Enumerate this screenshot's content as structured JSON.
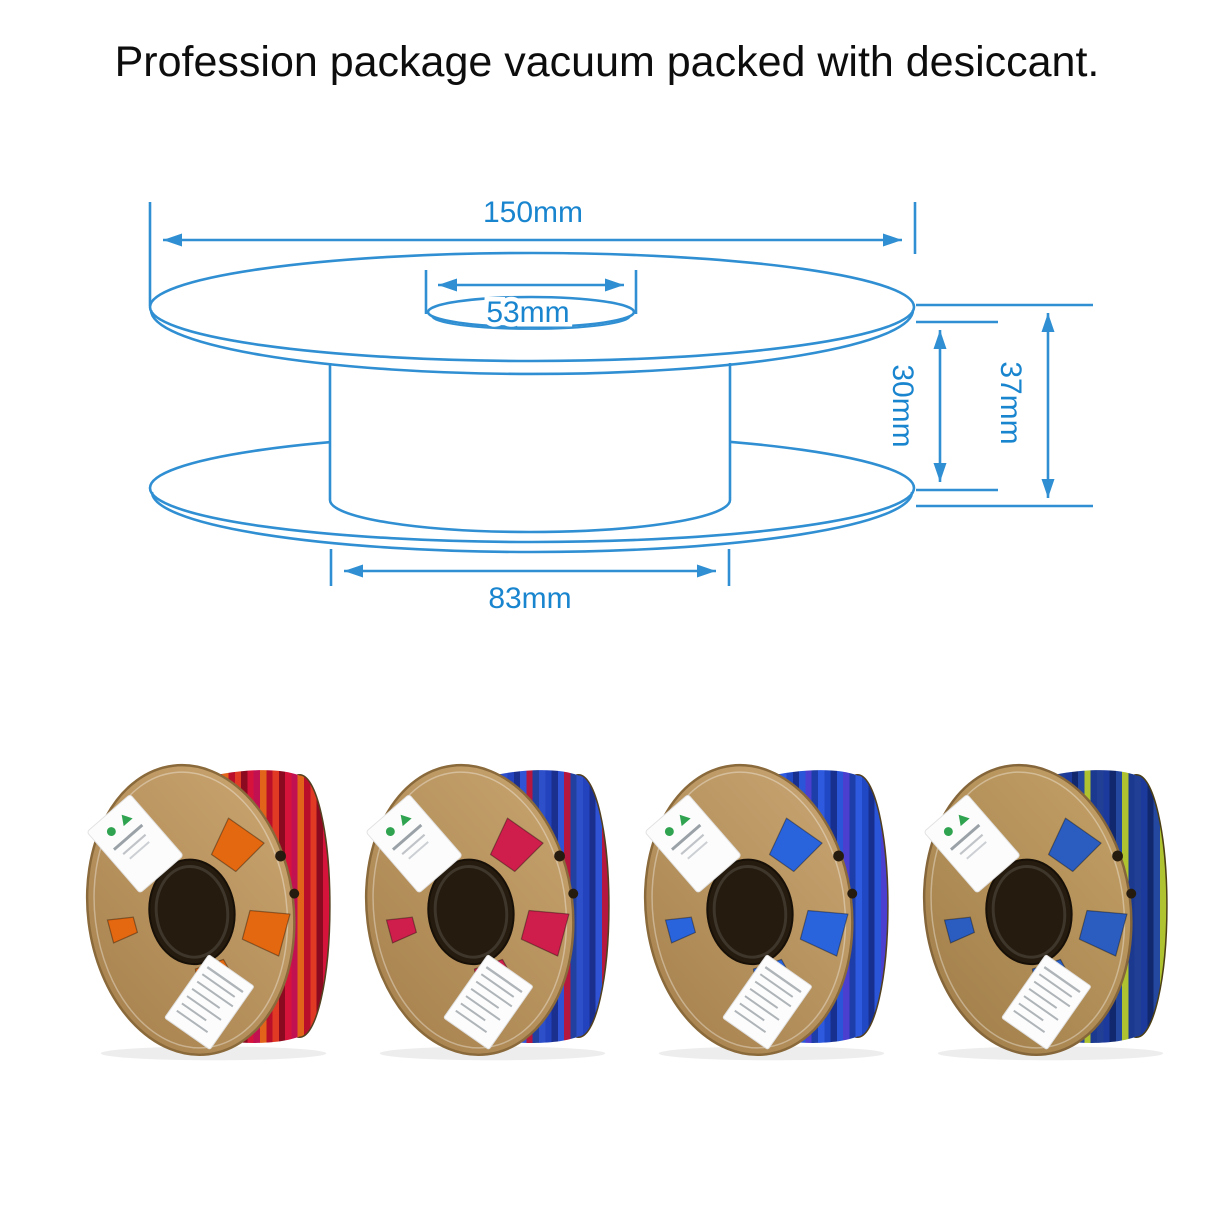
{
  "title": "Profession package vacuum packed with desiccant.",
  "diagram": {
    "line_color": "#2f8fd2",
    "text_color": "#1a85cf",
    "labels": {
      "outer_diameter": "150mm",
      "hole_diameter": "53mm",
      "inner_width": "30mm",
      "overall_width": "37mm",
      "barrel_diameter": "83mm"
    }
  },
  "spool_label": {
    "icons": [
      "sprout-icon",
      "recycle-icon"
    ],
    "icon_color": "#2fa34f",
    "paper_color": "#fcfcfc",
    "text_line_color": "#aeb4b8"
  },
  "spools": [
    {
      "description": "cardboard spool of red-orange-magenta silk filament",
      "cardboard": {
        "face_light": "#cba671",
        "face_dark": "#a5804c",
        "edge": "#8a693a",
        "hole": "#251b0e",
        "back_flange": "#997947",
        "back_rim": "#53401f"
      },
      "filament": {
        "bands": [
          "#b90f2b",
          "#e03a24",
          "#8c0a20",
          "#d6133b",
          "#c21150",
          "#e2641a"
        ],
        "window": "#e4680f"
      }
    },
    {
      "description": "cardboard spool of blue-red silk filament",
      "cardboard": {
        "face_light": "#c8a46f",
        "face_dark": "#a5804c",
        "edge": "#8a693a",
        "hole": "#251b0e",
        "back_flange": "#997947",
        "back_rim": "#53401f"
      },
      "filament": {
        "bands": [
          "#2342bd",
          "#1a2f8e",
          "#3053d6",
          "#b5173f",
          "#22409f",
          "#2d4fc9"
        ],
        "window": "#cf1e4c"
      }
    },
    {
      "description": "cardboard spool of blue silk filament",
      "cardboard": {
        "face_light": "#c9a673",
        "face_dark": "#a5804c",
        "edge": "#8a693a",
        "hole": "#251b0e",
        "back_flange": "#997947",
        "back_rim": "#53401f"
      },
      "filament": {
        "bands": [
          "#2148c4",
          "#17308f",
          "#2a55d8",
          "#4a3fcf",
          "#1d3da8",
          "#2e5ae0"
        ],
        "window": "#2a64dd"
      }
    },
    {
      "description": "cardboard spool of blue-green silk filament",
      "cardboard": {
        "face_light": "#c4a167",
        "face_dark": "#a07d49",
        "edge": "#85663a",
        "hole": "#251b0e",
        "back_flange": "#8c7a24",
        "back_rim": "#4c3f14"
      },
      "filament": {
        "bands": [
          "#1c3a9c",
          "#12286e",
          "#24479f",
          "#aec32f",
          "#1b3a8f",
          "#223f96"
        ],
        "window": "#2b5dc0"
      }
    }
  ]
}
